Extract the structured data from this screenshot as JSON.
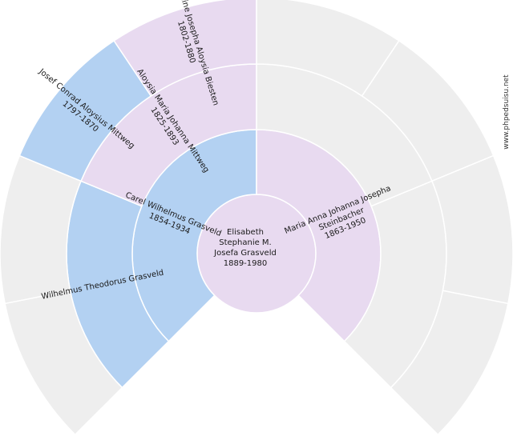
{
  "colors": {
    "male": "#b3d1f2",
    "female": "#e8daf0",
    "empty": "#eeeeee",
    "text": "#1a1a1a"
  },
  "watermark": "www.phpedsuisu.net",
  "center": {
    "lines": [
      "Elisabeth",
      "Stephanie M.",
      "Josefa Grasveld",
      "1889-1980"
    ]
  },
  "ring1": [
    {
      "lines": [
        "Carel Wilhelmus Grasveld",
        "1854-1934"
      ]
    },
    {
      "lines": [
        "Maria Anna Johanna Josepha",
        "Steinbacher",
        "1863-1950"
      ]
    }
  ],
  "ring2": [
    {
      "lines": [
        "Wilhelmus Theodorus Grasveld"
      ]
    },
    {
      "lines": [
        "Aloysia Maria Johanna Mittweg",
        "1825-1893"
      ]
    },
    {
      "lines": []
    },
    {
      "lines": []
    }
  ],
  "ring3": [
    {
      "lines": []
    },
    {
      "lines": []
    },
    {
      "lines": [
        "Josef Conrad Aloysius Mittweg",
        "1797-1870"
      ]
    },
    {
      "lines": [
        "Bernadine Josepha Aloysia Biesten",
        "1802-1880"
      ]
    },
    {
      "lines": []
    },
    {
      "lines": []
    },
    {
      "lines": []
    },
    {
      "lines": []
    }
  ]
}
